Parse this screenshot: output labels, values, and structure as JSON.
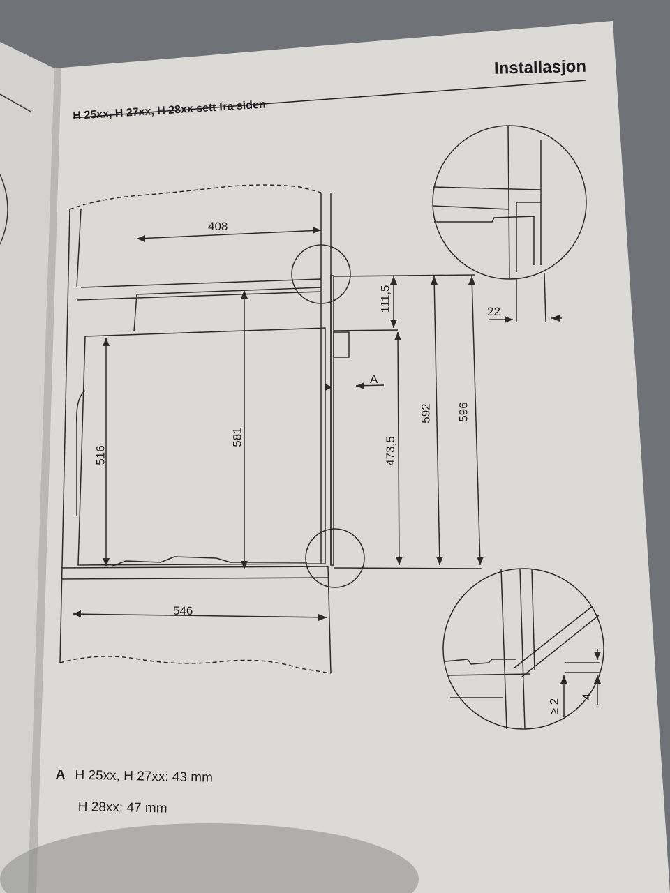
{
  "header": {
    "title": "Installasjon"
  },
  "section": {
    "title": "H 25xx, H 27xx, H 28xx sett fra siden"
  },
  "dimensions": {
    "d408": "408",
    "d111_5": "111,5",
    "d22": "22",
    "dA": "A",
    "d516": "516",
    "d581": "581",
    "d473_5": "473,5",
    "d592": "592",
    "d596": "596",
    "d546": "546",
    "d_ge2": "≥ 2",
    "d4": "4"
  },
  "footnote": {
    "key": "A",
    "line1": "H 25xx, H 27xx: 43 mm",
    "line2": "H 28xx: 47 mm"
  }
}
